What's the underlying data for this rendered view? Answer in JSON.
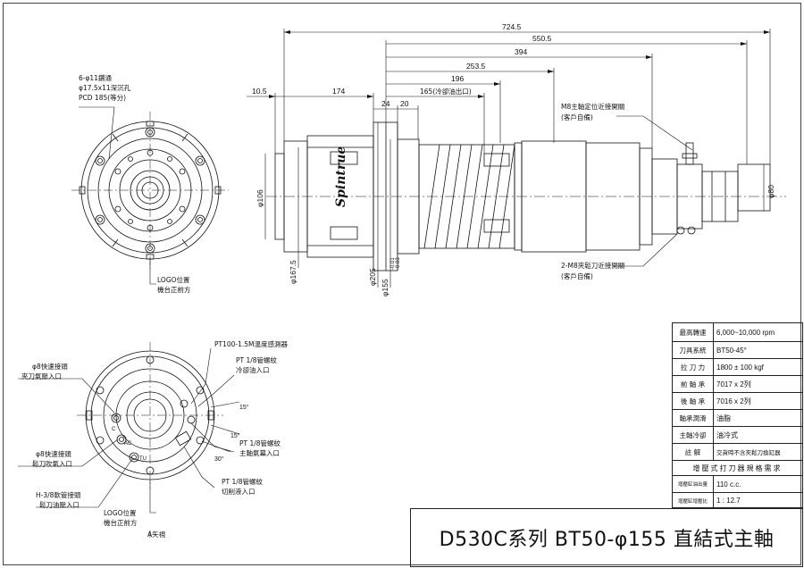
{
  "dimensions": {
    "d724": "724.5",
    "d550": "550.5",
    "d394": "394",
    "d253": "253.5",
    "d196": "196",
    "d165": "165(冷卻油出口)",
    "d10": "10.5",
    "d174": "174",
    "d24": "24",
    "d20": "20",
    "phi106": "φ106",
    "phi167": "φ167.5",
    "phi205": "φ205",
    "phi155": "φ155",
    "phi155_tol_upper": "-0.01",
    "phi155_tol_lower": "-0.03",
    "phi80": "φ80",
    "ang15a": "15°",
    "ang15b": "15°",
    "ang30": "30°"
  },
  "notes": {
    "holes_line1": "6-φ11鑽通",
    "holes_line2": "φ17.5x11深沉孔",
    "holes_line3": "PCD 185(等分)",
    "logo_top_line1": "LOGO位置",
    "logo_top_line2": "機台正前方",
    "m8_line1": "M8主軸定位近接開關",
    "m8_line2": "(客戶自備)",
    "m8b_line1": "2-M8夾鬆刀近接開關",
    "m8b_line2": "(客戶自備)",
    "brand": "Spintrue",
    "pt100": "PT100-1.5M溫度感測器",
    "pt_cool_line1": "PT 1/8管螺紋",
    "pt_cool_line2": "冷卻油入口",
    "pt_air_line1": "PT 1/8管螺紋",
    "pt_air_line2": "主軸氣幕入口",
    "pt_cut_line1": "PT 1/8管螺紋",
    "pt_cut_line2": "切削液入口",
    "quick1_line1": "φ8快速接頭",
    "quick1_line2": "夾刀氣壓入口",
    "quick2_line1": "φ8快速接頭",
    "quick2_line2": "鬆刀吹氣入口",
    "h38_line1": "H-3/8軟管接頭",
    "h38_line2": "鬆刀油壓入口",
    "logo_bot_line1": "LOGO位置",
    "logo_bot_line2": "機台正前方",
    "view_a": "A矢視",
    "mark_c": "C",
    "mark_ac": "AC",
    "mark_tu": "TU"
  },
  "specs": [
    {
      "label": "最高轉速",
      "value": "6,000~10,000 rpm"
    },
    {
      "label": "刀具系統",
      "value": "BT50-45°"
    },
    {
      "label": "拉 刀 力",
      "value": "1800 ± 100 kgf"
    },
    {
      "label": "前 軸 承",
      "value": "7017 x 2列"
    },
    {
      "label": "後 軸 承",
      "value": "7016 x 2列"
    },
    {
      "label": "軸承潤滑",
      "value": "油脂"
    },
    {
      "label": "主軸冷卻",
      "value": "油冷式"
    },
    {
      "label": "註  解",
      "value": "交貨時不含夾鬆刀換缸器"
    }
  ],
  "booster": {
    "header": "增壓式打刀器規格需求",
    "rows": [
      {
        "label": "增壓缸油出量",
        "value": "110 c.c."
      },
      {
        "label": "增壓缸增壓比",
        "value": "1 : 12.7"
      }
    ]
  },
  "title": "D530C系列 BT50-φ155 直結式主軸"
}
